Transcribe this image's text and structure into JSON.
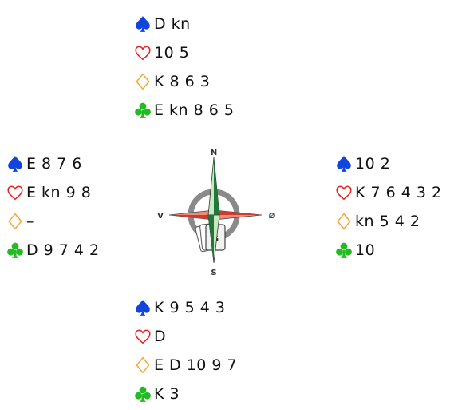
{
  "colors": {
    "spade": "#1144dd",
    "heart": "#ee2222",
    "diamond": "#f5a83a",
    "club": "#22bb22"
  },
  "compass": {
    "north": "N",
    "south": "S",
    "west": "V",
    "east": "Ø",
    "center": "G"
  },
  "hands": {
    "north": {
      "spades": "D kn",
      "hearts": "10 5",
      "diamonds": "K 8 6 3",
      "clubs": "E kn 8 6 5"
    },
    "west": {
      "spades": "E 8 7 6",
      "hearts": "E kn 9 8",
      "diamonds": "–",
      "clubs": "D 9 7 4 2"
    },
    "east": {
      "spades": "10 2",
      "hearts": "K 7 6 4 3 2",
      "diamonds": "kn 5 4 2",
      "clubs": "10"
    },
    "south": {
      "spades": "K 9 5 4 3",
      "hearts": "D",
      "diamonds": "E D 10 9 7",
      "clubs": "K 3"
    }
  }
}
